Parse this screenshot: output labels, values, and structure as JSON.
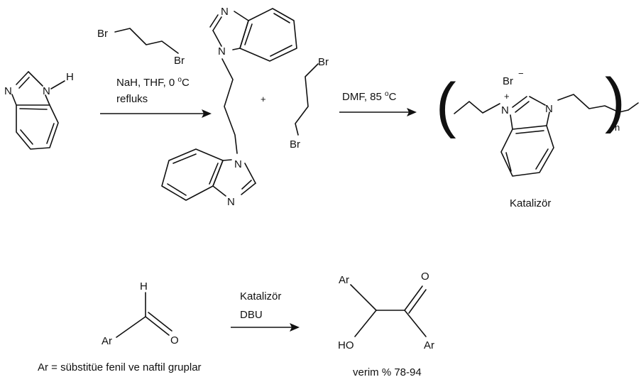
{
  "colors": {
    "ink": "#111111",
    "background": "#ffffff"
  },
  "atoms": {
    "N": "N",
    "H": "H",
    "Br": "Br",
    "O": "O",
    "Ar": "Ar",
    "HO": "HO",
    "plus_charge": "+",
    "minus_charge": "−",
    "n_subscript": "n"
  },
  "reaction1": {
    "reagent": "NaH, THF, 0 °C",
    "reagent_main": "NaH, THF, 0 ",
    "degree_symbol": "o",
    "unit": "C",
    "condition": "refluks"
  },
  "reaction2": {
    "plus_sign": "+",
    "solvent_main": "DMF, 85 ",
    "degree_symbol": "o",
    "unit": "C"
  },
  "catalyst_label": "Katalizör",
  "reaction3": {
    "catalyst": "Katalizör",
    "base": "DBU"
  },
  "aryl_note": "Ar = sübstitüe fenil ve naftil gruplar",
  "yield_note": "verim % 78-94"
}
